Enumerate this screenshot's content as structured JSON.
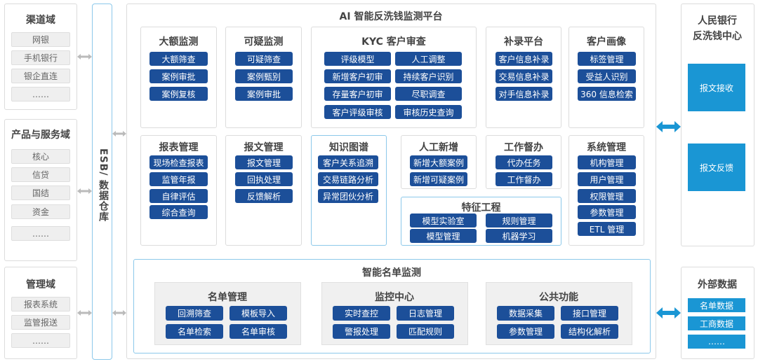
{
  "colors": {
    "dark_blue": "#1c4f99",
    "light_blue": "#1a96d4",
    "gray_arrow": "#bbbbbb",
    "blue_arrow": "#1a96d4"
  },
  "left": {
    "channel": {
      "title": "渠道域",
      "items": [
        "网银",
        "手机银行",
        "银企直连",
        "……"
      ]
    },
    "product": {
      "title": "产品与服务域",
      "items": [
        "核心",
        "信贷",
        "国结",
        "资金",
        "……"
      ]
    },
    "management": {
      "title": "管理域",
      "items": [
        "报表系统",
        "监管报送",
        "……"
      ]
    }
  },
  "esb": {
    "label": "ESB/ 数据仓库"
  },
  "platform": {
    "title": "AI 智能反洗钱监测平台",
    "modules": {
      "large": {
        "title": "大额监测",
        "buttons": [
          "大额筛查",
          "案例审批",
          "案例复核"
        ]
      },
      "suspicious": {
        "title": "可疑监测",
        "buttons": [
          "可疑筛查",
          "案例甄别",
          "案例审批"
        ]
      },
      "kyc": {
        "title": "KYC 客户审查",
        "buttons": [
          "评级模型",
          "人工调整",
          "新增客户初审",
          "持续客户识别",
          "存量客户初审",
          "尽职调查",
          "客户评级审核",
          "审核历史查询"
        ]
      },
      "supplement": {
        "title": "补录平台",
        "buttons": [
          "客户信息补录",
          "交易信息补录",
          "对手信息补录"
        ]
      },
      "portrait": {
        "title": "客户画像",
        "buttons": [
          "标签管理",
          "受益人识别",
          "360 信息检索"
        ]
      },
      "report": {
        "title": "报表管理",
        "buttons": [
          "现场检查报表",
          "监管年报",
          "自律评估",
          "综合查询"
        ]
      },
      "message": {
        "title": "报文管理",
        "buttons": [
          "报文管理",
          "回执处理",
          "反馈解析"
        ]
      },
      "knowledge": {
        "title": "知识图谱",
        "buttons": [
          "客户关系追溯",
          "交易链路分析",
          "异常团伙分析"
        ]
      },
      "manual": {
        "title": "人工新增",
        "buttons": [
          "新增大额案例",
          "新增可疑案例"
        ]
      },
      "supervise": {
        "title": "工作督办",
        "buttons": [
          "代办任务",
          "工作督办"
        ]
      },
      "feature": {
        "title": "特征工程",
        "buttons": [
          "模型实验室",
          "规则管理",
          "模型管理",
          "机器学习"
        ]
      },
      "system": {
        "title": "系统管理",
        "buttons": [
          "机构管理",
          "用户管理",
          "权限管理",
          "参数管理",
          "ETL 管理"
        ]
      }
    },
    "list_monitor": {
      "title": "智能名单监测",
      "groups": {
        "list": {
          "title": "名单管理",
          "buttons": [
            "回溯筛查",
            "模板导入",
            "名单检索",
            "名单审核"
          ]
        },
        "monitor": {
          "title": "监控中心",
          "buttons": [
            "实时查控",
            "日志管理",
            "警报处理",
            "匹配规则"
          ]
        },
        "common": {
          "title": "公共功能",
          "buttons": [
            "数据采集",
            "接口管理",
            "参数管理",
            "结构化解析"
          ]
        }
      }
    }
  },
  "right": {
    "pboc": {
      "title_line1": "人民银行",
      "title_line2": "反洗钱中心",
      "blocks": [
        "报文接收",
        "报文反馈"
      ]
    },
    "external": {
      "title": "外部数据",
      "items": [
        "名单数据",
        "工商数据",
        "……"
      ]
    }
  }
}
